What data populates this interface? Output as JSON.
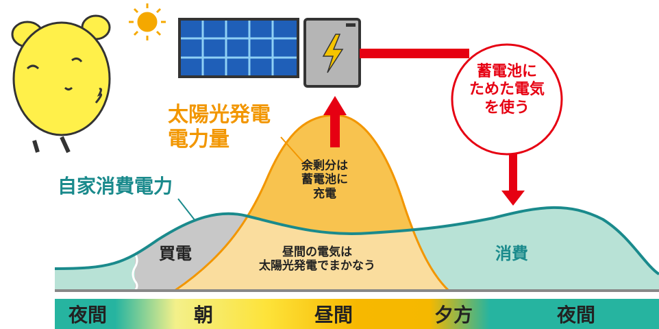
{
  "labels": {
    "solar_power": "太陽光発電\n電力量",
    "self_consumption": "自家消費電力",
    "surplus": "余剰分は\n蓄電池に\n充電",
    "daytime": "昼間の電気は\n太陽光発電でまかなう",
    "buy": "買電",
    "consume": "消費",
    "battery_use": "蓄電池に\nためた電気\nを使う"
  },
  "timeline": [
    "夜間",
    "朝",
    "昼間",
    "夕方",
    "夜間"
  ],
  "colors": {
    "teal": "#1a8a8c",
    "orange": "#f29600",
    "red": "#e60012",
    "bar_teal": "#26b4a0"
  }
}
